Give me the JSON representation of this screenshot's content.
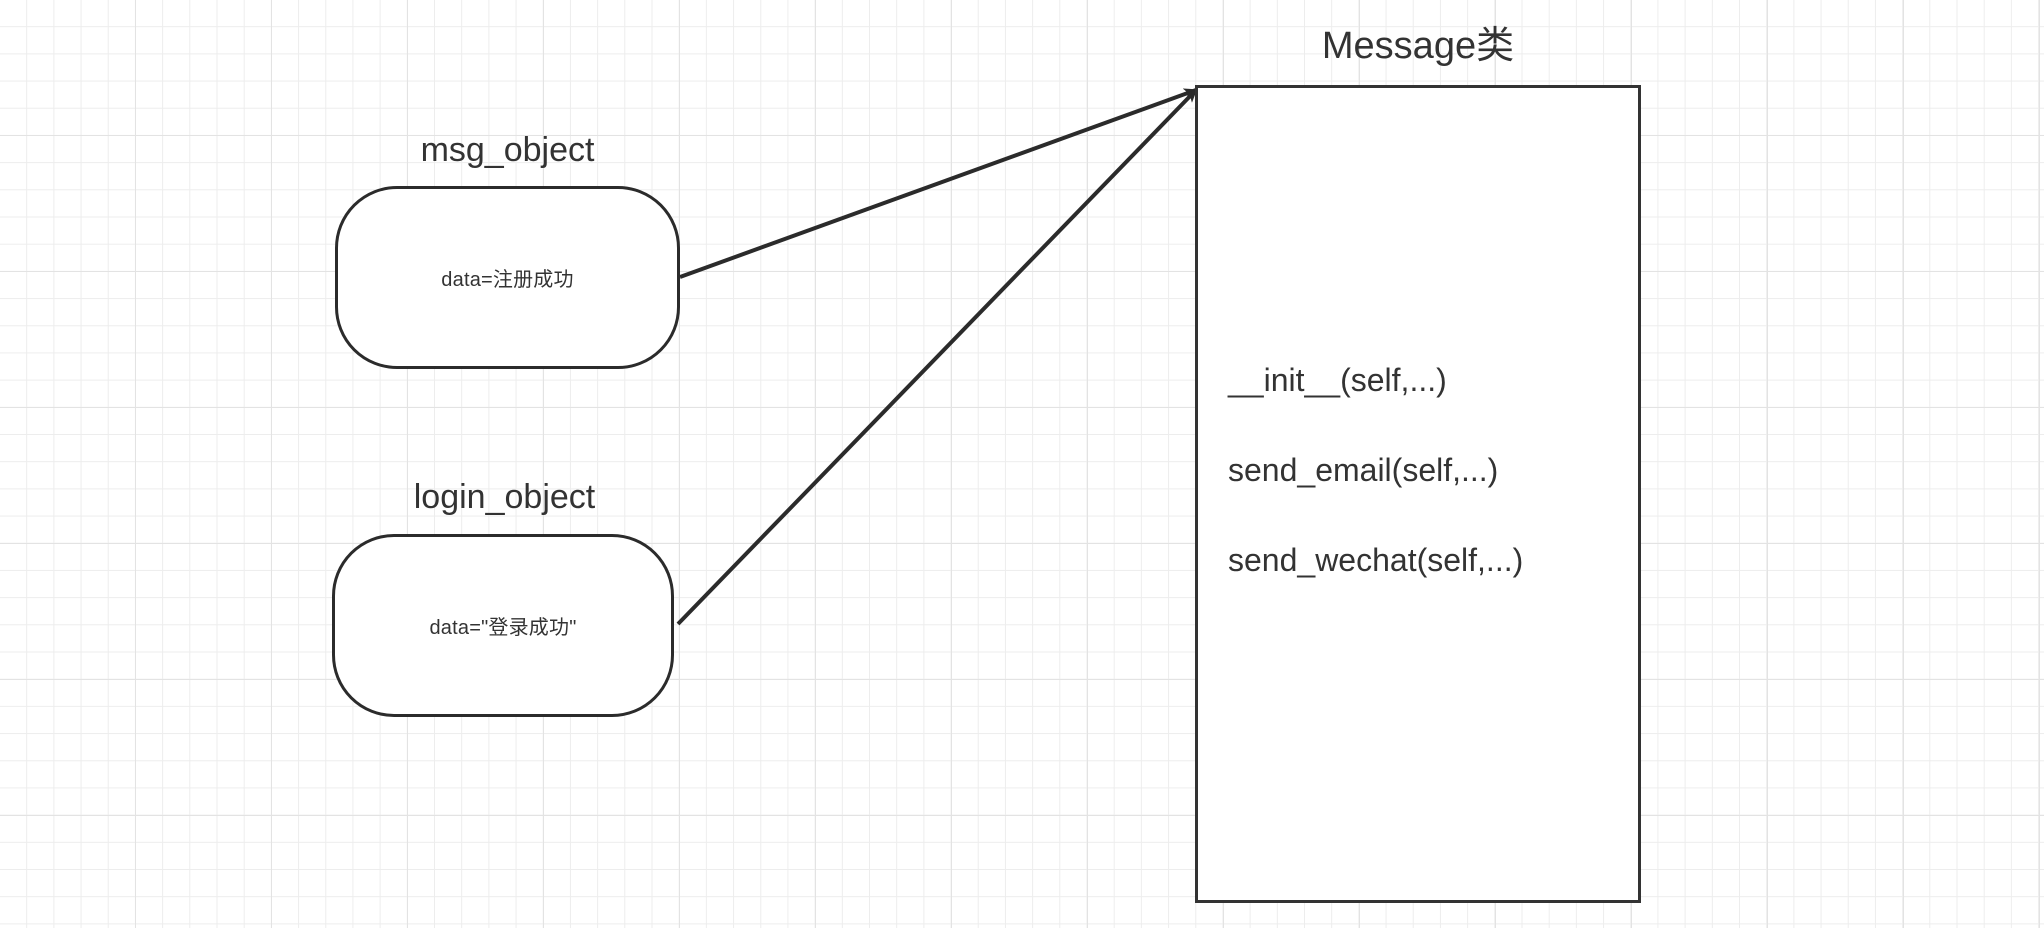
{
  "diagram": {
    "title": "Message类",
    "objects": [
      {
        "caption": "msg_object",
        "body": "data=注册成功"
      },
      {
        "caption": "login_object",
        "body": "data=\"登录成功\""
      }
    ],
    "class_box": {
      "title": "Message类",
      "methods": [
        "__init__(self,...)",
        "send_email(self,...)",
        "send_wechat(self,...)"
      ]
    },
    "colors": {
      "stroke": "#2b2b2b",
      "class_stroke": "#333333",
      "text": "#333333",
      "canvas": "#ffffff",
      "grid_fine": "#ededed",
      "grid_bold": "#e3e3e3"
    }
  }
}
